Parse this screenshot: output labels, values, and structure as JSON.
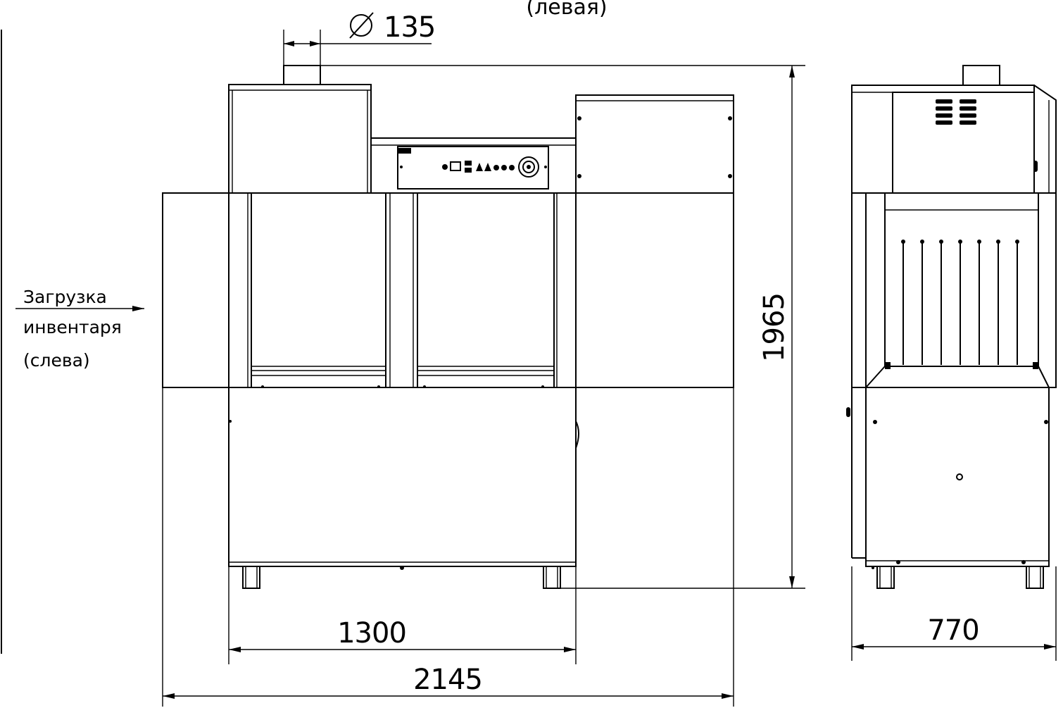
{
  "title_fragment": "(левая)",
  "load_label": {
    "line1": "Загрузка",
    "line2": "инвентаря",
    "line3": "(слева)"
  },
  "dimensions": {
    "flue_diameter": "135",
    "total_height": "1965",
    "body_width": "1300",
    "total_width": "2145",
    "depth": "770"
  },
  "colors": {
    "line": "#000000",
    "background": "#ffffff"
  }
}
